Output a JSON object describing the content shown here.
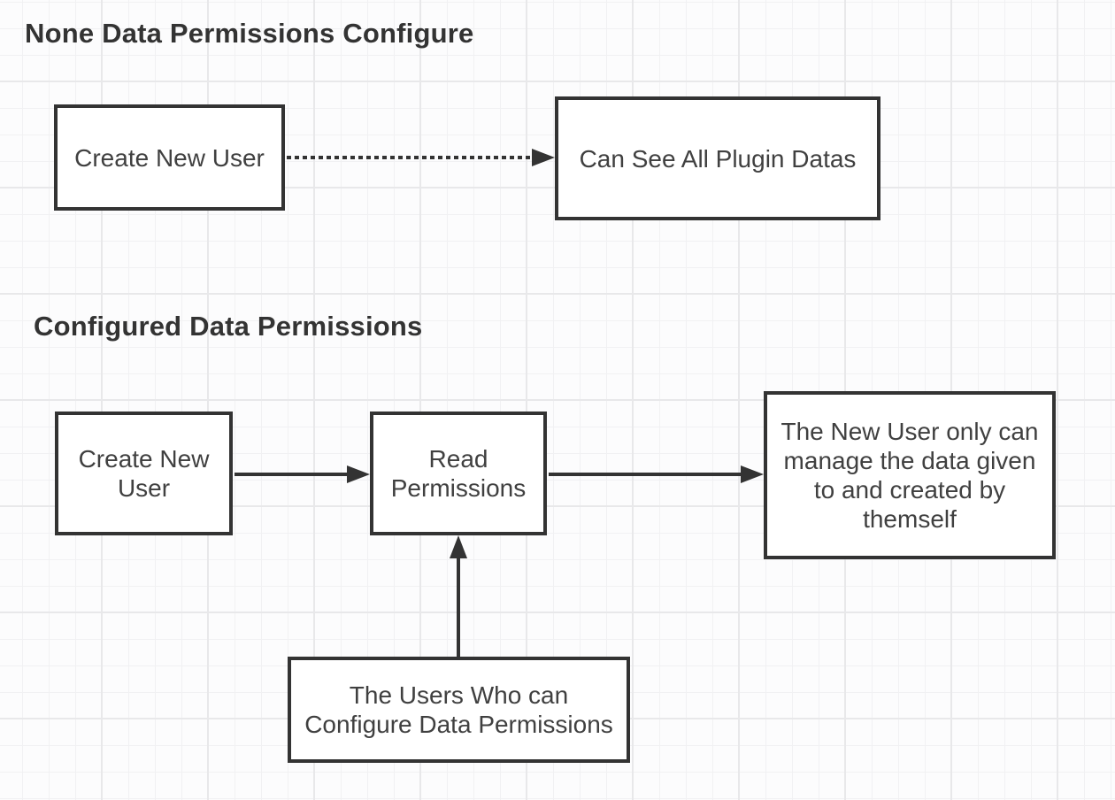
{
  "diagram": {
    "sections": [
      {
        "title": "None Data Permissions Configure"
      },
      {
        "title": "Configured Data Permissions"
      }
    ],
    "nodes": [
      {
        "id": "create-new-user-a",
        "label": "Create New User",
        "lines": [
          "Create New User"
        ]
      },
      {
        "id": "can-see-all-plugin-datas",
        "label": "Can See All Plugin Datas",
        "lines": [
          "Can See All Plugin Datas"
        ]
      },
      {
        "id": "create-new-user-b",
        "label": "Create New User",
        "lines": [
          "Create New",
          "User"
        ]
      },
      {
        "id": "read-permissions",
        "label": "Read Permissions",
        "lines": [
          "Read",
          "Permissions"
        ]
      },
      {
        "id": "new-user-data-scope",
        "label": "The New User only can manage the data given to and created by themself",
        "lines": [
          "The New User only can",
          "manage the data given",
          "to and created by",
          "themself"
        ]
      },
      {
        "id": "configuring-users",
        "label": "The Users Who can Configure Data Permissions",
        "lines": [
          "The Users Who can",
          "Configure Data Permissions"
        ]
      }
    ],
    "edges": [
      {
        "from": "create-new-user-a",
        "to": "can-see-all-plugin-datas",
        "style": "dotted",
        "arrow": "right"
      },
      {
        "from": "create-new-user-b",
        "to": "read-permissions",
        "style": "solid",
        "arrow": "right"
      },
      {
        "from": "read-permissions",
        "to": "new-user-data-scope",
        "style": "solid",
        "arrow": "right"
      },
      {
        "from": "configuring-users",
        "to": "read-permissions",
        "style": "solid",
        "arrow": "up"
      }
    ],
    "colors": {
      "stroke": "#333333",
      "node_text": "#404040",
      "title_text": "#333333",
      "node_fill": "#ffffff",
      "background": "#fcfcfd",
      "grid_minor": "#f1f1f3",
      "grid_major": "#e8e8ea"
    }
  }
}
